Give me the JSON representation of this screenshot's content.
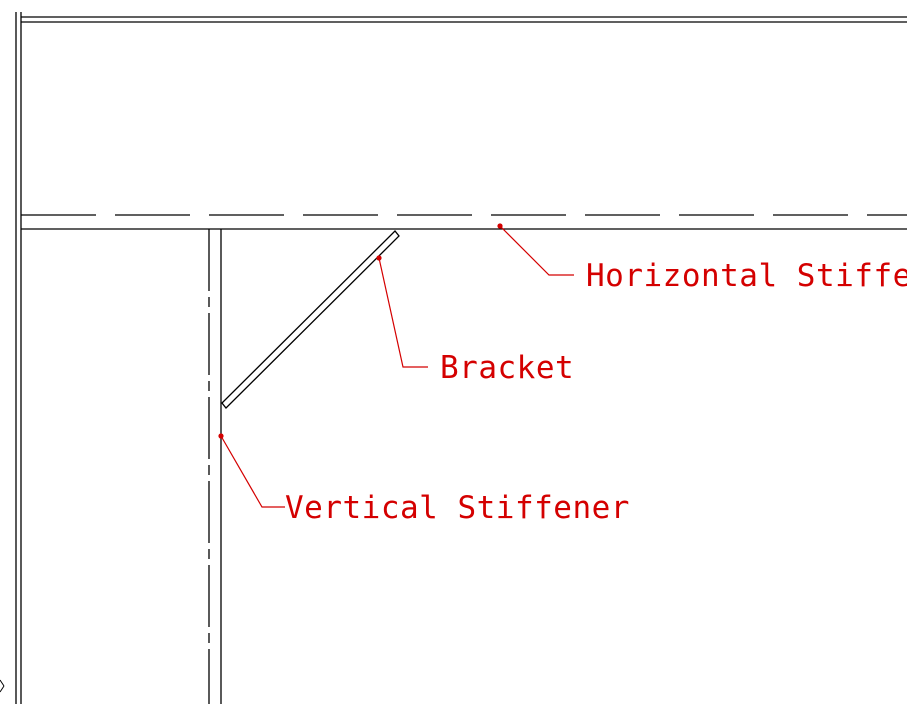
{
  "colors": {
    "line": "#000000",
    "callout": "#d40000",
    "background": "#ffffff"
  },
  "callouts": {
    "horizontal_stiffener": "Horizontal Stiffener",
    "bracket": "Bracket",
    "vertical_stiffener": "Vertical Stiffener"
  }
}
